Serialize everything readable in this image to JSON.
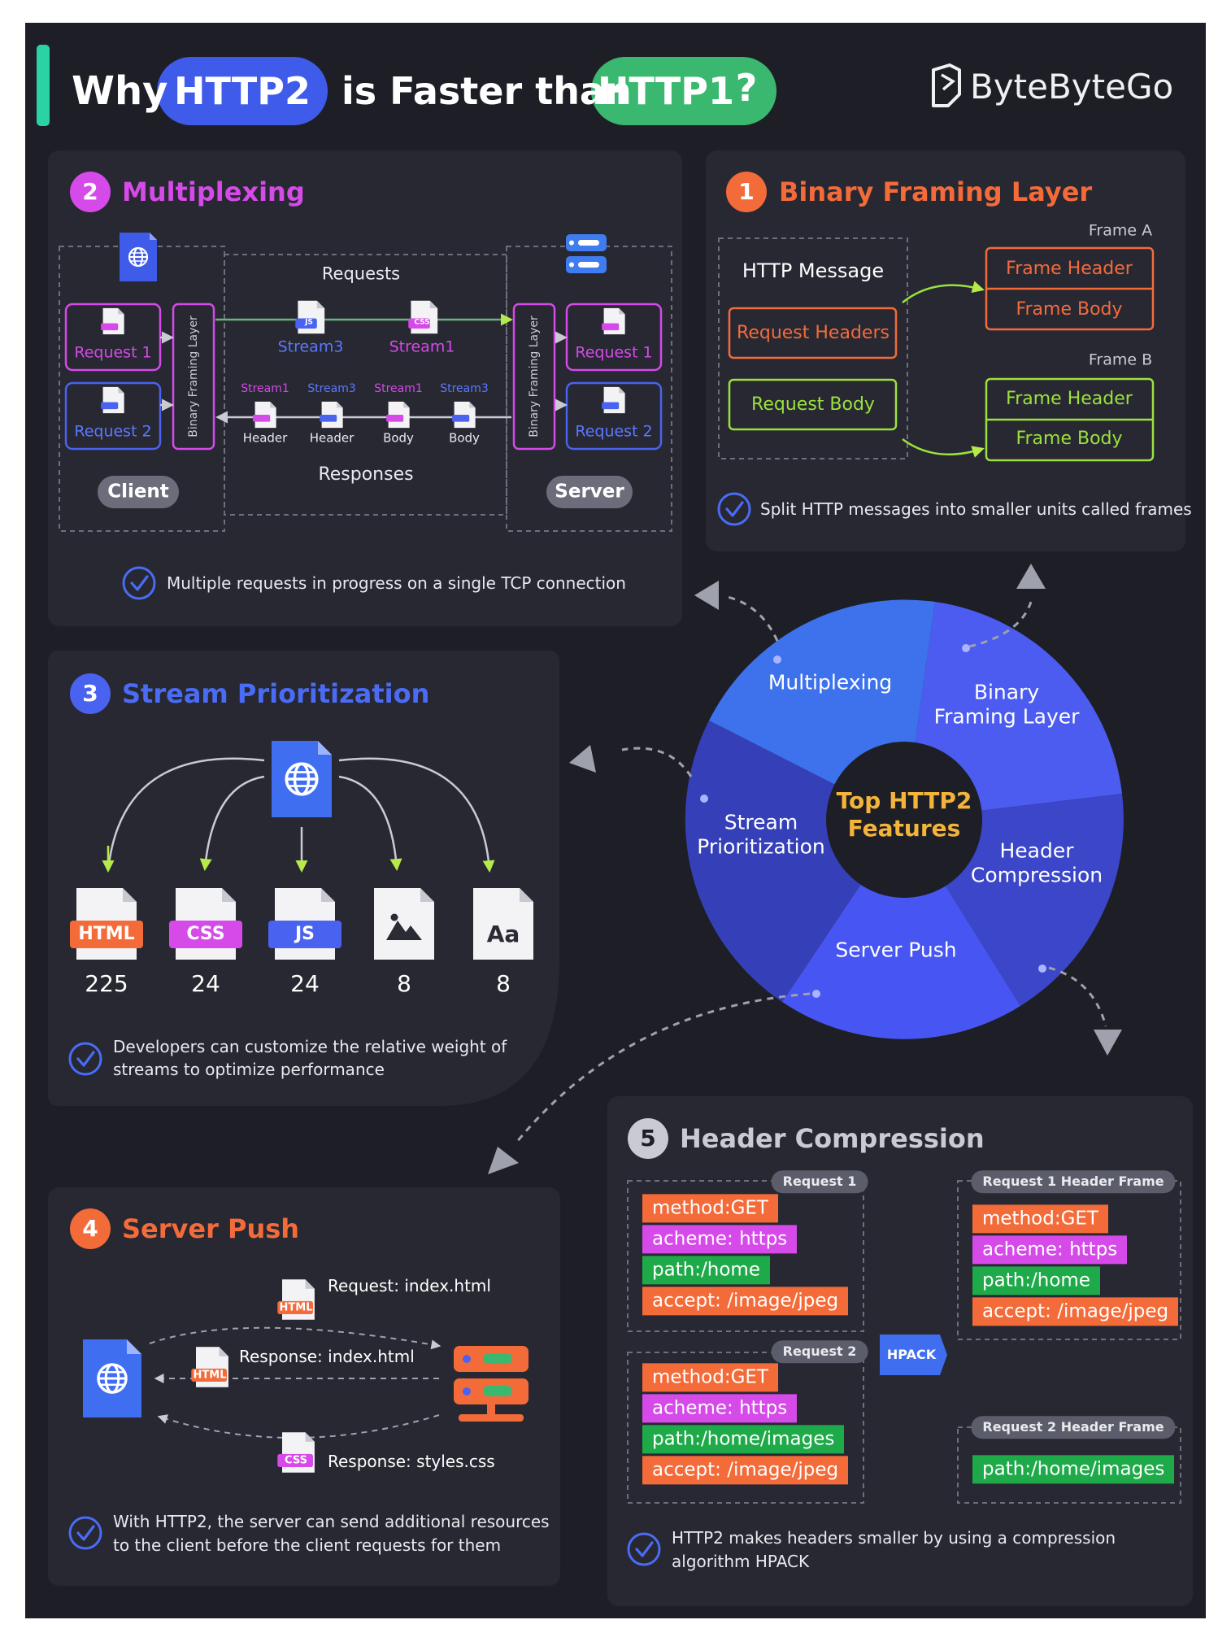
{
  "header": {
    "title_why": "Why",
    "title_http2": "HTTP2",
    "title_mid": "is Faster than",
    "title_http1": "HTTP1",
    "title_q": "?",
    "brand": "ByteByteGo"
  },
  "colors": {
    "background": "#1e1f26",
    "panel": "#272832",
    "blue": "#4a62f0",
    "green": "#3bb870",
    "orange": "#f46b3a",
    "purple": "#d54ae8",
    "lime": "#9be23c",
    "teal": "#2bd3a3"
  },
  "multiplexing": {
    "number": "2",
    "title": "Multiplexing",
    "requests_label": "Requests",
    "responses_label": "Responses",
    "client_label": "Client",
    "server_label": "Server",
    "left_layer_label": "Binary Framing Layer",
    "right_layer_label": "Binary Framing Layer",
    "client_req1": "Request 1",
    "client_req2": "Request 2",
    "server_req1": "Request 1",
    "server_req2": "Request 2",
    "stream_top_1": "Stream3",
    "stream_top_2": "Stream1",
    "file_js": "JS",
    "file_css": "CSS",
    "bottom_streams": [
      "Stream1",
      "Stream3",
      "Stream1",
      "Stream3"
    ],
    "bottom_parts": [
      "Header",
      "Header",
      "Body",
      "Body"
    ],
    "note": "Multiple requests in progress on a single TCP connection"
  },
  "binary": {
    "number": "1",
    "title": "Binary Framing Layer",
    "http_message": "HTTP Message",
    "request_headers": "Request Headers",
    "request_body": "Request Body",
    "frame_a": "Frame A",
    "frame_b": "Frame B",
    "frame_header": "Frame Header",
    "frame_body": "Frame Body",
    "note": "Split HTTP messages into smaller units called frames"
  },
  "wheel": {
    "center": [
      "Top HTTP2",
      "Features"
    ],
    "multiplexing": "Multiplexing",
    "binary": [
      "Binary",
      "Framing Layer"
    ],
    "stream": [
      "Stream",
      "Prioritization"
    ],
    "header": [
      "Header",
      "Compression"
    ],
    "push": "Server Push"
  },
  "prioritization": {
    "number": "3",
    "title": "Stream Prioritization",
    "files": [
      {
        "label": "HTML",
        "weight": "225",
        "color": "#f46b3a"
      },
      {
        "label": "CSS",
        "weight": "24",
        "color": "#d54ae8"
      },
      {
        "label": "JS",
        "weight": "24",
        "color": "#4a62f0"
      },
      {
        "label": "",
        "weight": "8",
        "color": ""
      },
      {
        "label": "Aa",
        "weight": "8",
        "color": ""
      }
    ],
    "note_line1": "Developers can customize the relative weight of",
    "note_line2": "streams to optimize performance"
  },
  "server_push": {
    "number": "4",
    "title": "Server Push",
    "request": "Request: index.html",
    "response_index": "Response: index.html",
    "response_css": "Response: styles.css",
    "file_html": "HTML",
    "file_css": "CSS",
    "note_line1": "With HTTP2, the server can send additional resources",
    "note_line2": "to the client before the client requests for them"
  },
  "compression": {
    "number": "5",
    "title": "Header Compression",
    "request1_label": "Request 1",
    "request2_label": "Request 2",
    "hpack": "HPACK",
    "frame1_label": "Request 1 Header Frame",
    "frame2_label": "Request 2 Header Frame",
    "req1": [
      "method:GET",
      "acheme: https",
      "path:/home",
      "accept: /image/jpeg"
    ],
    "req2": [
      "method:GET",
      "acheme: https",
      "path:/home/images",
      "accept: /image/jpeg"
    ],
    "frame1": [
      "method:GET",
      "acheme: https",
      "path:/home",
      "accept: /image/jpeg"
    ],
    "frame2": [
      "path:/home/images"
    ],
    "note_line1": "HTTP2 makes headers smaller by using a compression",
    "note_line2": "algorithm HPACK"
  }
}
